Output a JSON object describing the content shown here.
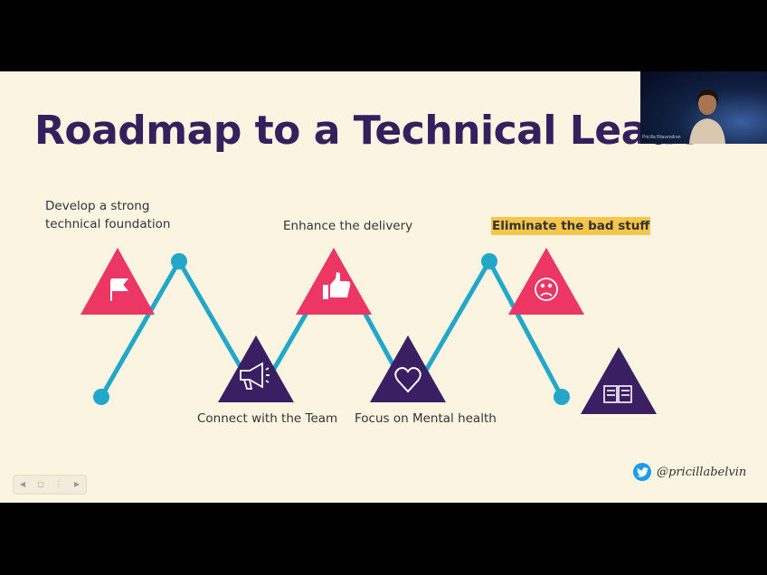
{
  "slide": {
    "title": "Roadmap to a Technical Leader",
    "steps": [
      {
        "line1": "Develop a strong",
        "line2": "technical foundation"
      },
      {
        "label": "Connect with the Team"
      },
      {
        "label": "Enhance the delivery"
      },
      {
        "label": "Focus on Mental health"
      },
      {
        "label": "Eliminate the bad stuff"
      }
    ],
    "icons": [
      "flag-icon",
      "megaphone-icon",
      "thumbs-up-icon",
      "heart-icon",
      "sad-face-icon",
      "book-icon"
    ],
    "twitter_handle": "@pricillabelvin"
  },
  "webcam": {
    "name": "Pricilla Bilavendran"
  },
  "colors": {
    "background": "#fbf4e1",
    "title": "#35205e",
    "pink": "#ec3663",
    "purple": "#3b1f63",
    "road": "#22a7c9",
    "highlight": "#f6c54a"
  }
}
